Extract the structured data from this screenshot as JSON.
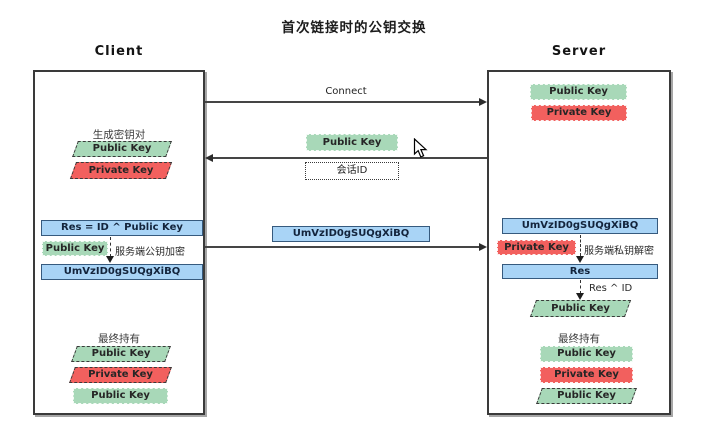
{
  "title": "首次链接时的公钥交换",
  "client": {
    "label": "Client",
    "keygen_caption": "生成密钥对",
    "keygen_public": "Public Key",
    "keygen_private": "Private Key",
    "res_formula": "Res = ID ^ Public Key",
    "encrypt_key": "Public Key",
    "encrypt_note": "服务端公钥加密",
    "cipher": "UmVzID0gSUQgXiBQ",
    "final_caption": "最终持有",
    "final_key_1": "Public Key",
    "final_key_2": "Private Key",
    "final_key_3": "Public Key"
  },
  "server": {
    "label": "Server",
    "own_public": "Public Key",
    "own_private": "Private Key",
    "cipher": "UmVzID0gSUQgXiBQ",
    "decrypt_key": "Private Key",
    "decrypt_note": "服务端私钥解密",
    "res_value": "Res",
    "derive_note": "Res ^ ID",
    "derived_public": "Public Key",
    "final_caption": "最终持有",
    "final_key_1": "Public Key",
    "final_key_2": "Private Key",
    "final_key_3": "Public Key"
  },
  "messages": {
    "connect": "Connect",
    "public_key": "Public Key",
    "session_id": "会话ID",
    "cipher": "UmVzID0gSUQgXiBQ"
  },
  "colors": {
    "key_green": "#a8d8b8",
    "key_red": "#f2605e",
    "value_blue": "#a9d4f6",
    "value_blue_border": "#365a7e"
  }
}
